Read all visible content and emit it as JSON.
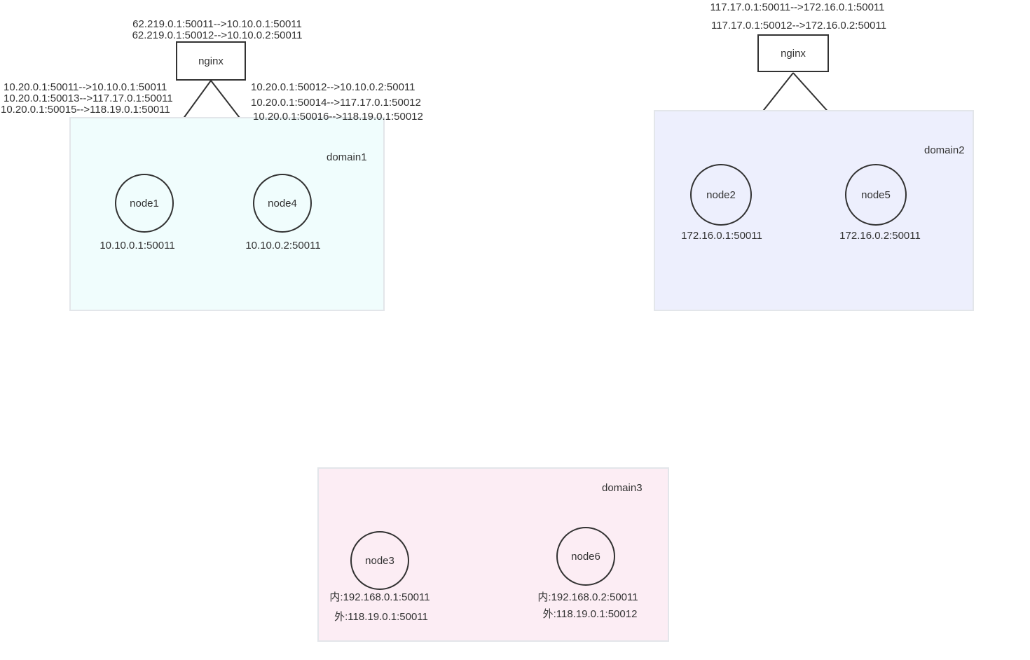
{
  "colors": {
    "domain1_fill": "#f0fdfd",
    "domain2_fill": "#edeffd",
    "domain3_fill": "#fcedf4",
    "stroke": "#323232",
    "text": "#333333"
  },
  "domain1": {
    "name": "domain1",
    "nginx": {
      "label": "nginx",
      "mappings": [
        "62.219.0.1:50011-->10.10.0.1:50011",
        "62.219.0.1:50012-->10.10.0.2:50011"
      ]
    },
    "left_edge_rules": [
      "10.20.0.1:50011-->10.10.0.1:50011",
      "10.20.0.1:50013-->117.17.0.1:50011",
      "10.20.0.1:50015-->118.19.0.1:50011"
    ],
    "right_edge_rules": [
      "10.20.0.1:50012-->10.10.0.2:50011",
      "10.20.0.1:50014-->117.17.0.1:50012",
      "10.20.0.1:50016-->118.19.0.1:50012"
    ],
    "nodes": [
      {
        "label": "node1",
        "address": "10.10.0.1:50011"
      },
      {
        "label": "node4",
        "address": "10.10.0.2:50011"
      }
    ]
  },
  "domain2": {
    "name": "domain2",
    "nginx": {
      "label": "nginx",
      "mappings": [
        "117.17.0.1:50011-->172.16.0.1:50011",
        "117.17.0.1:50012-->172.16.0.2:50011"
      ]
    },
    "nodes": [
      {
        "label": "node2",
        "address": "172.16.0.1:50011"
      },
      {
        "label": "node5",
        "address": "172.16.0.2:50011"
      }
    ]
  },
  "domain3": {
    "name": "domain3",
    "nodes": [
      {
        "label": "node3",
        "inner": "内:192.168.0.1:50011",
        "outer": "外:118.19.0.1:50011"
      },
      {
        "label": "node6",
        "inner": "内:192.168.0.2:50011",
        "outer": "外:118.19.0.1:50012"
      }
    ]
  }
}
